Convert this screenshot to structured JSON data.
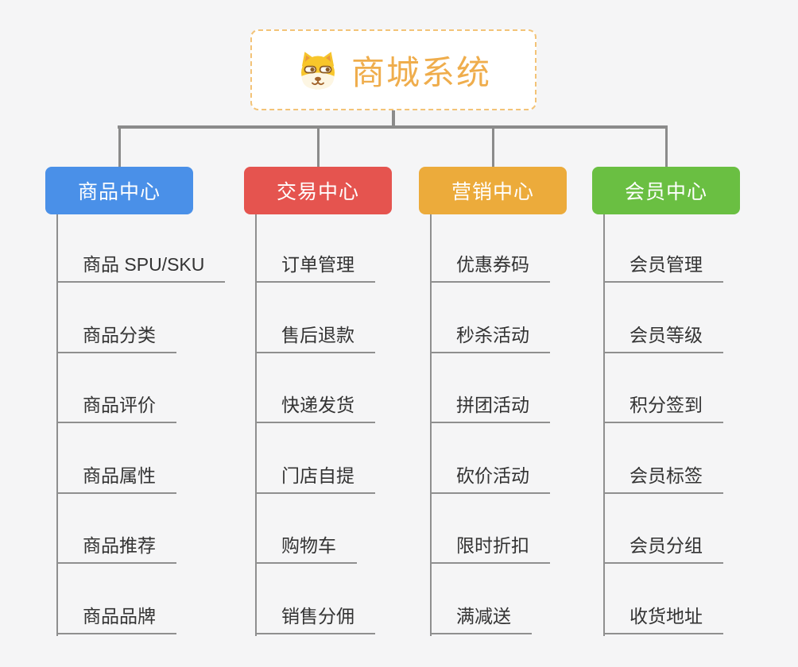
{
  "root": {
    "title": "商城系统",
    "icon": "dog-icon",
    "title_color": "#efad4c",
    "border_color": "#f3c377"
  },
  "connector_color": "#8b8b8b",
  "branches": [
    {
      "id": "product-center",
      "label": "商品中心",
      "color": "#4a90e8",
      "items": [
        "商品 SPU/SKU",
        "商品分类",
        "商品评价",
        "商品属性",
        "商品推荐",
        "商品品牌"
      ]
    },
    {
      "id": "trade-center",
      "label": "交易中心",
      "color": "#e5544f",
      "items": [
        "订单管理",
        "售后退款",
        "快递发货",
        "门店自提",
        "购物车",
        "销售分佣"
      ]
    },
    {
      "id": "marketing-center",
      "label": "营销中心",
      "color": "#ecab3b",
      "items": [
        "优惠券码",
        "秒杀活动",
        "拼团活动",
        "砍价活动",
        "限时折扣",
        "满减送"
      ]
    },
    {
      "id": "member-center",
      "label": "会员中心",
      "color": "#6abf42",
      "items": [
        "会员管理",
        "会员等级",
        "积分签到",
        "会员标签",
        "会员分组",
        "收货地址"
      ]
    }
  ]
}
